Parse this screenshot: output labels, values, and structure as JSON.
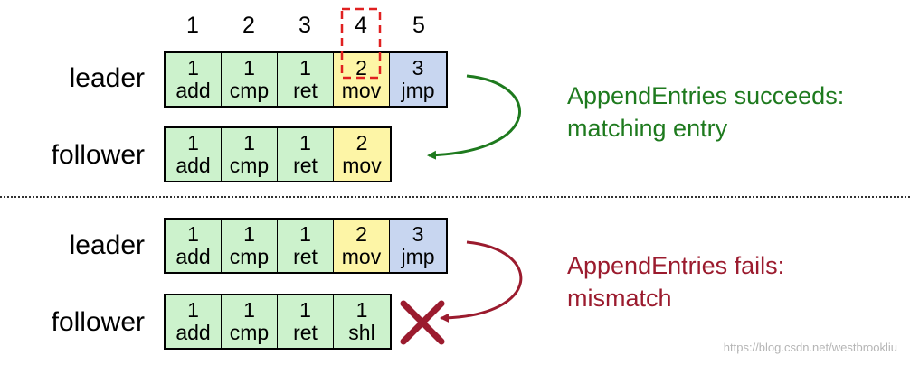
{
  "indices": [
    "1",
    "2",
    "3",
    "4",
    "5"
  ],
  "top": {
    "leader": {
      "label": "leader",
      "entries": [
        {
          "term": "1",
          "cmd": "add"
        },
        {
          "term": "1",
          "cmd": "cmp"
        },
        {
          "term": "1",
          "cmd": "ret"
        },
        {
          "term": "2",
          "cmd": "mov"
        },
        {
          "term": "3",
          "cmd": "jmp"
        }
      ]
    },
    "follower": {
      "label": "follower",
      "entries": [
        {
          "term": "1",
          "cmd": "add"
        },
        {
          "term": "1",
          "cmd": "cmp"
        },
        {
          "term": "1",
          "cmd": "ret"
        },
        {
          "term": "2",
          "cmd": "mov"
        }
      ]
    },
    "message": {
      "line1": "AppendEntries succeeds:",
      "line2": "matching entry"
    }
  },
  "bottom": {
    "leader": {
      "label": "leader",
      "entries": [
        {
          "term": "1",
          "cmd": "add"
        },
        {
          "term": "1",
          "cmd": "cmp"
        },
        {
          "term": "1",
          "cmd": "ret"
        },
        {
          "term": "2",
          "cmd": "mov"
        },
        {
          "term": "3",
          "cmd": "jmp"
        }
      ]
    },
    "follower": {
      "label": "follower",
      "entries": [
        {
          "term": "1",
          "cmd": "add"
        },
        {
          "term": "1",
          "cmd": "cmp"
        },
        {
          "term": "1",
          "cmd": "ret"
        },
        {
          "term": "1",
          "cmd": "shl"
        }
      ]
    },
    "message": {
      "line1": "AppendEntries fails:",
      "line2": "mismatch"
    }
  },
  "colors": {
    "term1": "#ccf2cc",
    "term2": "#fdf5a6",
    "term3": "#c8d6f0",
    "success": "#1e7a1e",
    "failure": "#9b1b2e",
    "highlight": "#e02020"
  },
  "highlighted_index": "4",
  "watermark": "https://blog.csdn.net/westbrookliu"
}
